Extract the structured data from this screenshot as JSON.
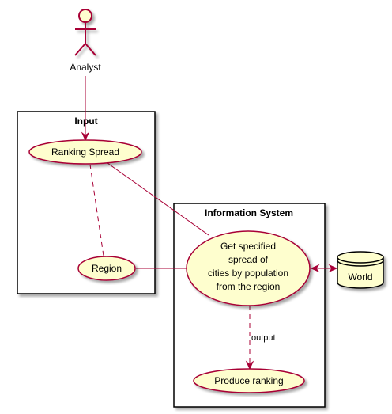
{
  "actor": {
    "name": "Analyst"
  },
  "packages": {
    "input": {
      "title": "Input"
    },
    "system": {
      "title": "Information System"
    }
  },
  "use_cases": {
    "ranking_spread": {
      "label": "Ranking Spread"
    },
    "region": {
      "label": "Region"
    },
    "get_spread": {
      "lines": [
        "Get specified",
        "spread of",
        "cities by population",
        "from the region"
      ]
    },
    "produce_ranking": {
      "label": "Produce ranking"
    }
  },
  "database": {
    "label": "World"
  },
  "edges": {
    "output_label": "output"
  },
  "colors": {
    "actor_stroke": "#A80036",
    "usecase_fill": "#FEFECE",
    "line": "#A80036",
    "package_stroke": "#000000"
  }
}
